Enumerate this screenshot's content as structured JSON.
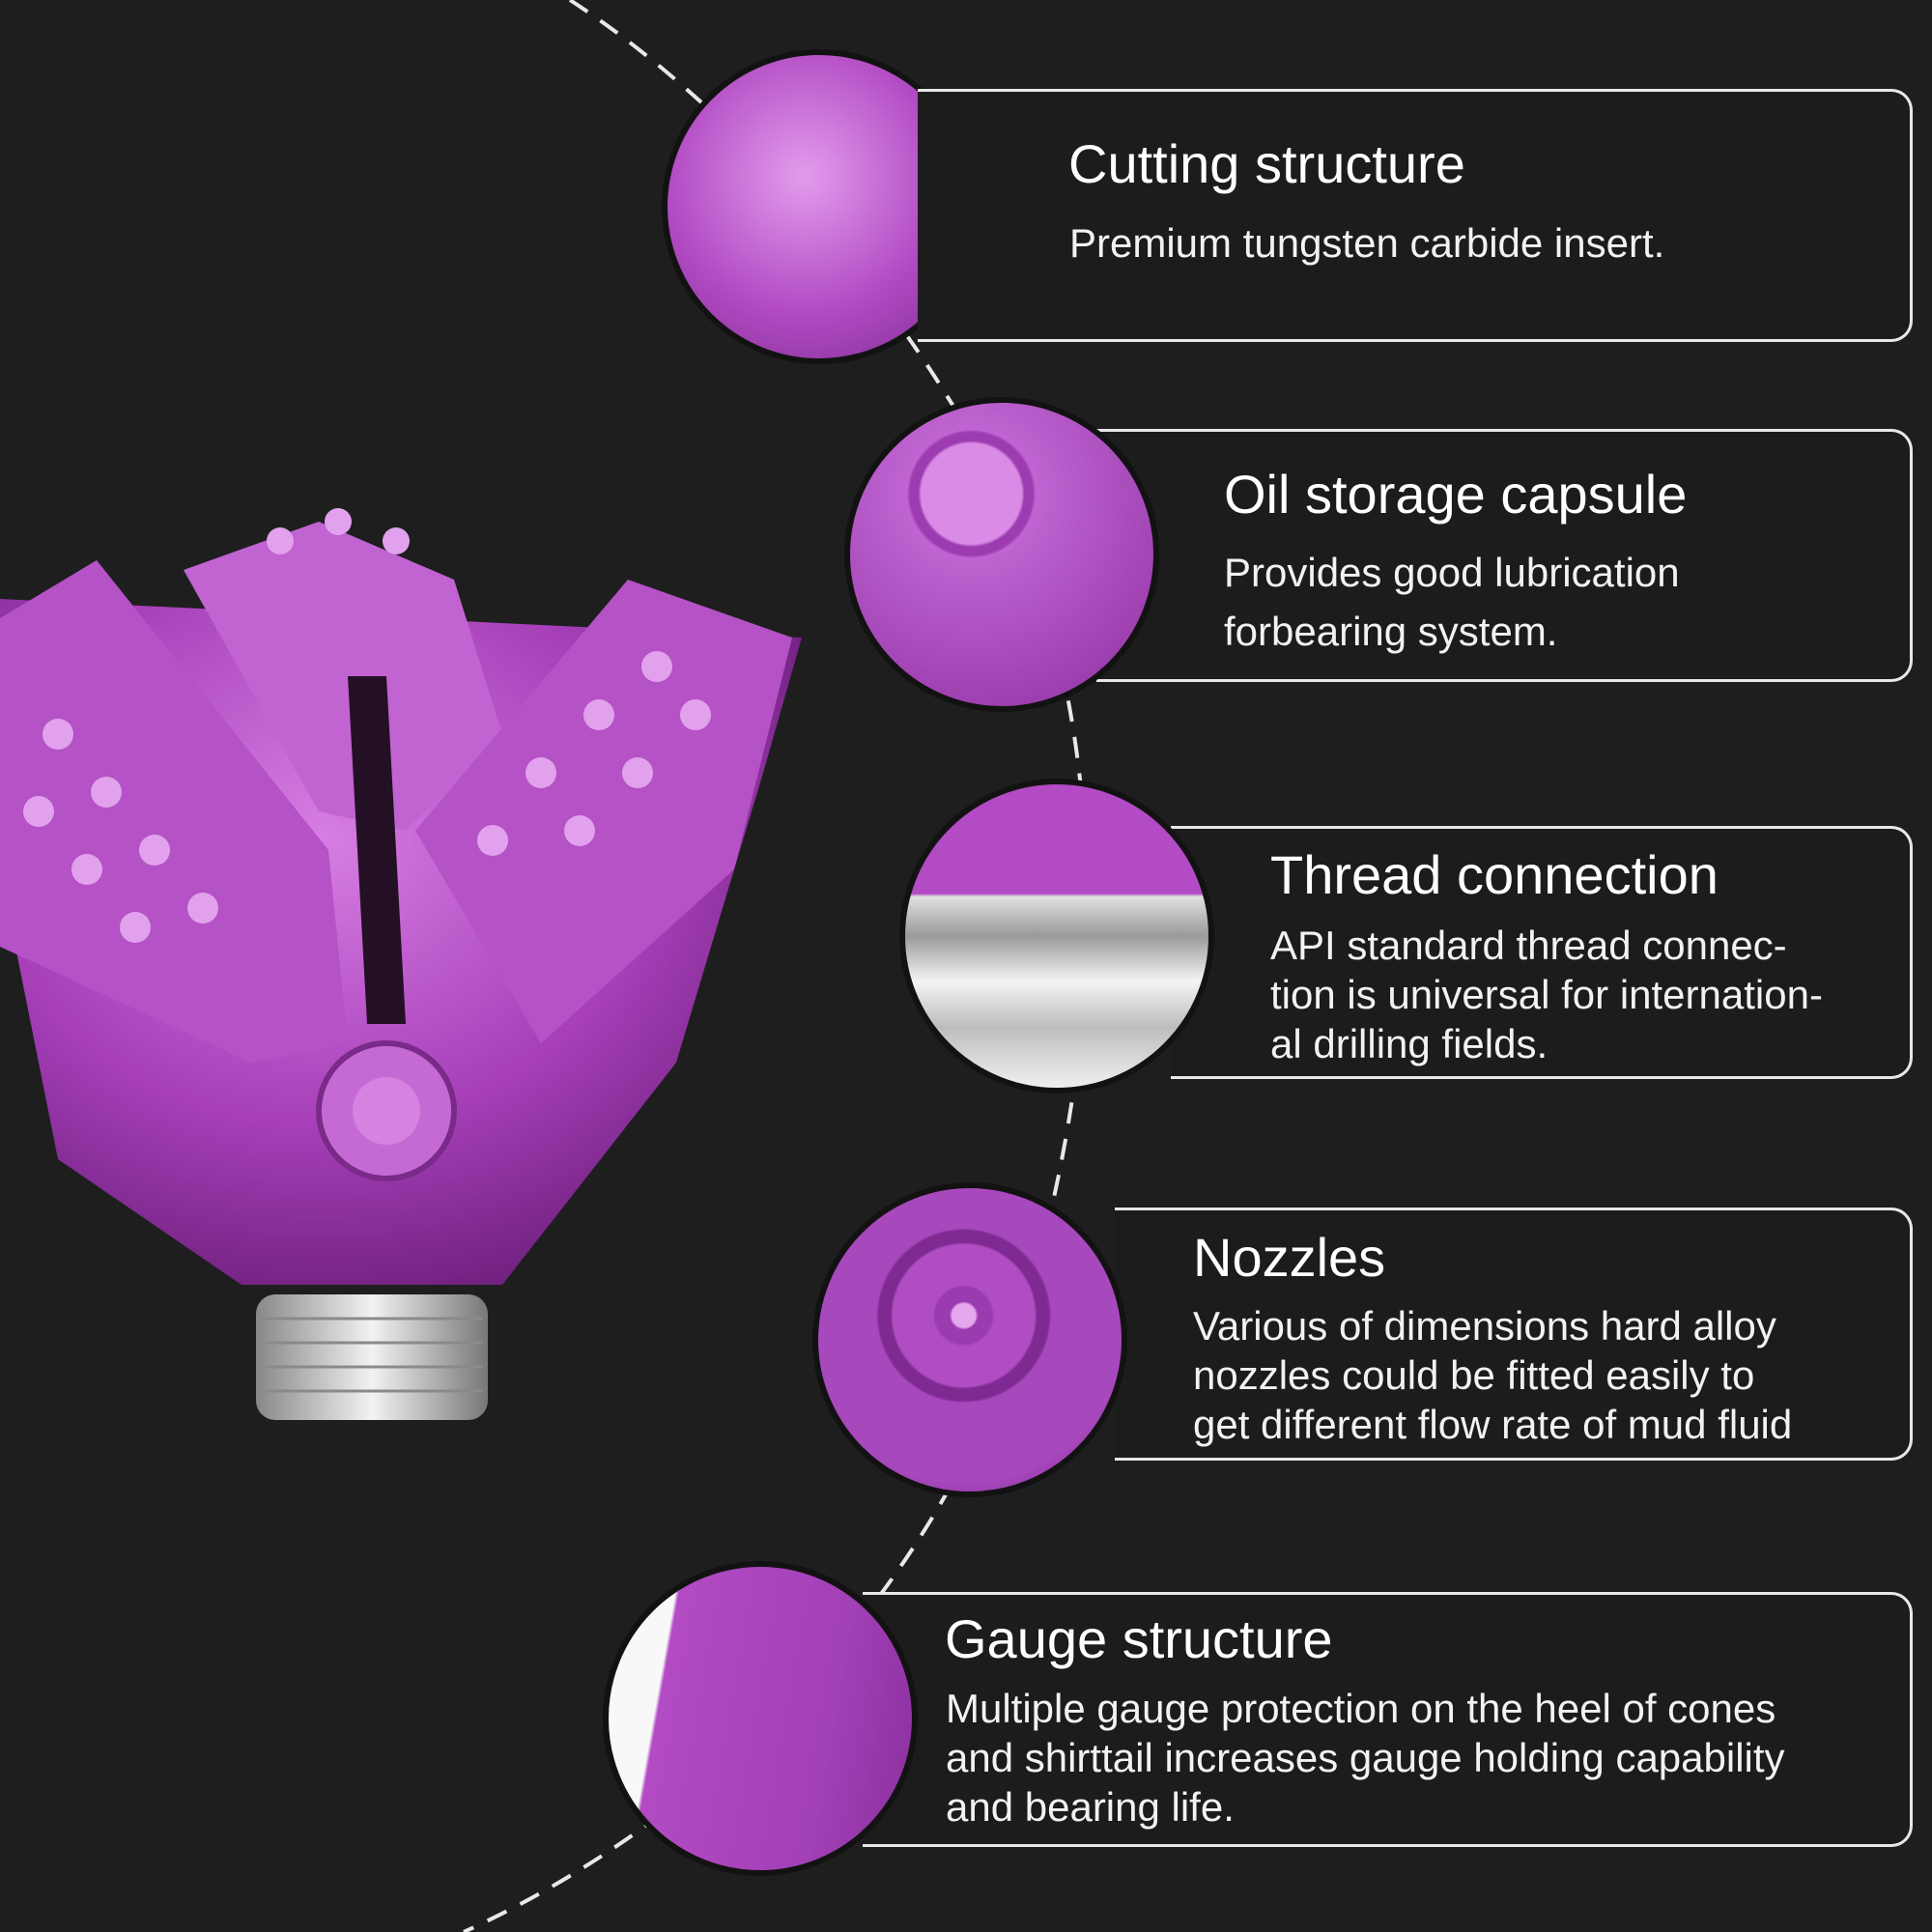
{
  "colors": {
    "background": "#1e1e1f",
    "accent": "#b84fc7",
    "border": "#e8e8e8"
  },
  "features": [
    {
      "title": "Cutting structure",
      "lines": [
        "Premium tungsten carbide insert."
      ]
    },
    {
      "title": "Oil storage capsule",
      "lines": [
        "Provides good lubrication",
        "forbearing system."
      ]
    },
    {
      "title": "Thread connection",
      "lines": [
        "API standard thread connec-",
        "tion is universal for internation-",
        "al drilling fields."
      ]
    },
    {
      "title": "Nozzles",
      "lines": [
        "Various of dimensions hard alloy",
        "nozzles could be fitted easily to",
        "get different flow rate of mud fluid"
      ]
    },
    {
      "title": "Gauge structure",
      "lines": [
        "Multiple gauge protection on the heel of cones",
        "and shirttail increases gauge holding capability",
        "and bearing life."
      ]
    }
  ]
}
